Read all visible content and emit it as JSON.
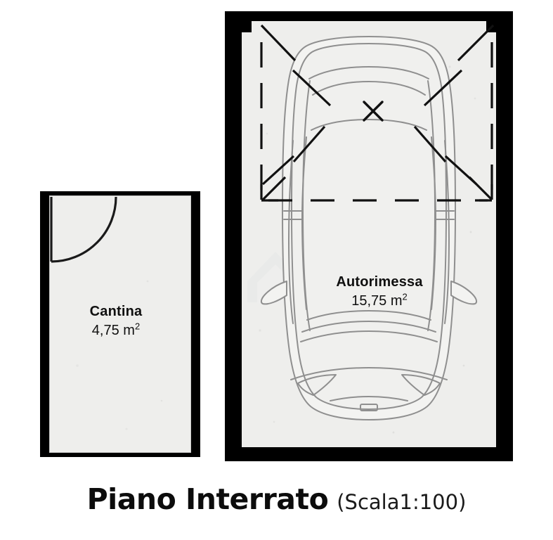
{
  "drawing": {
    "title_main": "Piano Interrato",
    "title_scale": "(Scala1:100)",
    "colors": {
      "wall": "#000000",
      "floor_fill": "#eeeeec",
      "car_outline": "#8c8c8c",
      "text": "#101010",
      "dimension_line": "#111111",
      "background": "#ffffff",
      "watermark": "#e2e4e3"
    }
  },
  "rooms": [
    {
      "id": "cantina",
      "name": "Cantina",
      "area": "4,75 m",
      "area_exponent": "2",
      "door": "swing-door-top-left"
    },
    {
      "id": "autorimessa",
      "name": "Autorimessa",
      "area": "15,75 m",
      "area_exponent": "2",
      "vehicle": "car-top-view"
    }
  ],
  "markers": {
    "center_cross": "x-mark",
    "dimension_axes": "dash-dot-centerlines-with-arrowheads"
  }
}
